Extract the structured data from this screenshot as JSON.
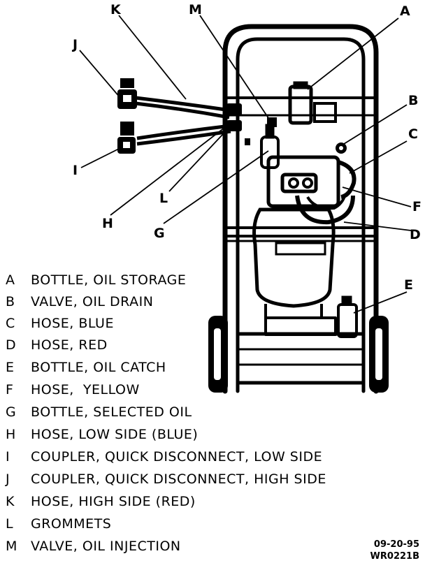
{
  "callouts": {
    "A": "A",
    "B": "B",
    "C": "C",
    "D": "D",
    "E": "E",
    "F": "F",
    "G": "G",
    "H": "H",
    "I": "I",
    "J": "J",
    "K": "K",
    "L": "L",
    "M": "M"
  },
  "legend": [
    {
      "letter": "A",
      "text": "BOTTLE, OIL STORAGE"
    },
    {
      "letter": "B",
      "text": "VALVE, OIL DRAIN"
    },
    {
      "letter": "C",
      "text": "HOSE, BLUE"
    },
    {
      "letter": "D",
      "text": "HOSE, RED"
    },
    {
      "letter": "E",
      "text": "BOTTLE, OIL CATCH"
    },
    {
      "letter": "F",
      "text": "HOSE,  YELLOW"
    },
    {
      "letter": "G",
      "text": "BOTTLE, SELECTED OIL"
    },
    {
      "letter": "H",
      "text": "HOSE, LOW SIDE (BLUE)"
    },
    {
      "letter": "I",
      "text": "COUPLER, QUICK DISCONNECT, LOW SIDE"
    },
    {
      "letter": "J",
      "text": "COUPLER, QUICK DISCONNECT, HIGH SIDE"
    },
    {
      "letter": "K",
      "text": "HOSE, HIGH SIDE (RED)"
    },
    {
      "letter": "L",
      "text": "GROMMETS"
    },
    {
      "letter": "M",
      "text": "VALVE, OIL INJECTION"
    }
  ],
  "stamp": {
    "date": "09-20-95",
    "code": "WR0221B"
  }
}
